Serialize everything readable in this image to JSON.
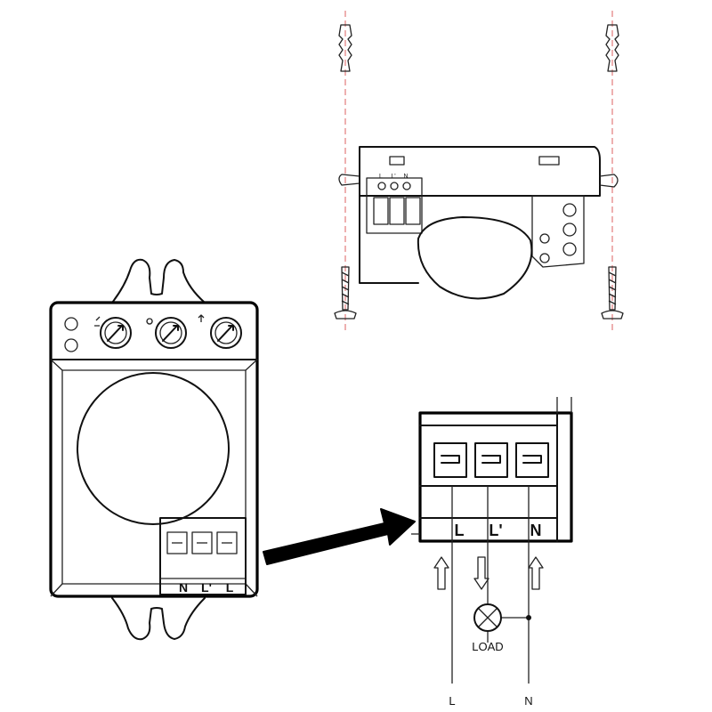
{
  "top_view": {
    "terminal_labels": [
      "L",
      "L'",
      "N"
    ]
  },
  "front_view": {
    "terminal_labels": [
      "N",
      "L'",
      "L"
    ]
  },
  "wiring": {
    "terminal_labels": [
      "L",
      "L'",
      "N"
    ],
    "load_label": "LOAD",
    "line_label": "L",
    "neutral_label": "N"
  },
  "colors": {
    "ink": "#111111",
    "dash_line": "#e07070",
    "background": "#ffffff"
  },
  "icons": [
    "wall-plug-icon",
    "screw-icon",
    "dial-icon",
    "lamp-icon",
    "arrow-icon"
  ]
}
